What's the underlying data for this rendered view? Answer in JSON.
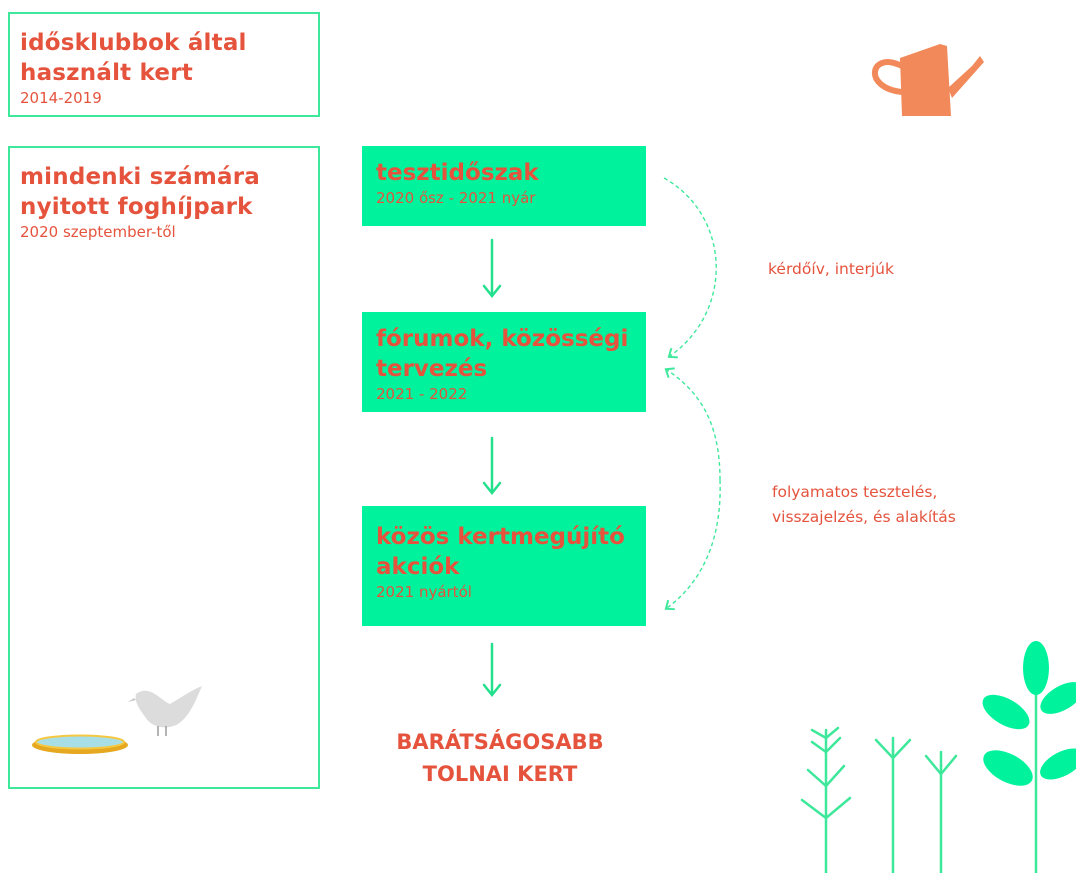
{
  "left_panel": {
    "past_garden": {
      "title": "idősklubbok által használt kert",
      "date": "2014-2019"
    },
    "open_park": {
      "title": "mindenki számára nyitott foghíjpark",
      "date": "2020 szeptember-től"
    }
  },
  "steps": [
    {
      "title": "tesztidőszak",
      "date": "2020 ősz - 2021 nyár"
    },
    {
      "title": "fórumok, közösségi tervezés",
      "date": "2021 - 2022"
    },
    {
      "title": "közös kertmegújító akciók",
      "date": "2021 nyártól"
    }
  ],
  "feedback_labels": {
    "survey": "kérdőív, interjúk",
    "continuous": "folyamatos tesztelés, visszajelzés, és alakítás"
  },
  "outcome": "BARÁTSÁGOSABB TOLNAI KERT",
  "icons": [
    "watering-can-icon",
    "bird-icon",
    "water-dish-icon",
    "plant-sprout-icon",
    "leafy-plant-icon"
  ],
  "colors": {
    "accent_red": "#e5533d",
    "box_green": "#00f39c",
    "line_green": "#3ee89b",
    "watering_can": "#f2895a"
  }
}
